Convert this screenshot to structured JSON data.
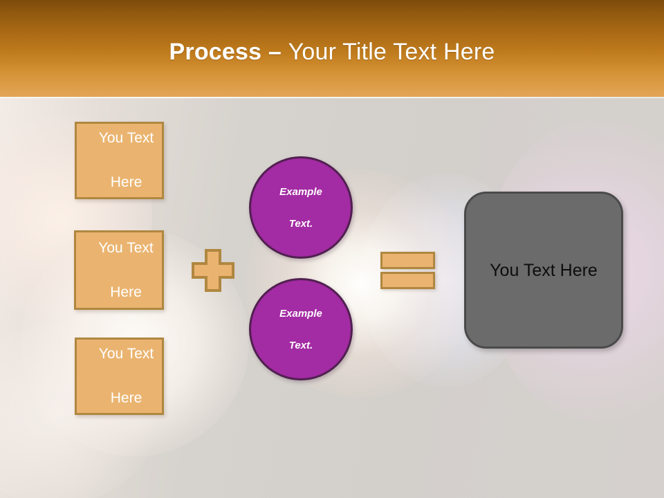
{
  "slide": {
    "title": {
      "strong": "Process",
      "dash": " – ",
      "rest": "Your Title Text Here",
      "full": "Process – Your Title Text Here"
    }
  },
  "colors": {
    "header_gradient_top": "#7d4a0b",
    "header_gradient_bottom": "#e3a557",
    "tan_fill": "#eab470",
    "tan_border": "#b08740",
    "purple_fill": "#a32ba3",
    "purple_border": "#512051",
    "gray_fill": "#6b6b6b",
    "gray_border": "#4a4a4a",
    "title_text": "#ffffff",
    "box_text": "#ffffff",
    "result_text": "#0d0d0d",
    "background_base": "#d3cfcb"
  },
  "diagram": {
    "inputs": [
      {
        "id": "box-1",
        "line1": "You Text",
        "line2": "Here"
      },
      {
        "id": "box-2",
        "line1": "You Text",
        "line2": "Here"
      },
      {
        "id": "box-3",
        "line1": "You Text",
        "line2": "Here"
      }
    ],
    "operator_plus": {
      "symbol": "+",
      "name": "plus-operator"
    },
    "operator_equals": {
      "symbol": "=",
      "name": "equals-operator"
    },
    "circles": [
      {
        "id": "circle-1",
        "line1": "Example",
        "line2": "Text."
      },
      {
        "id": "circle-2",
        "line1": "Example",
        "line2": "Text."
      }
    ],
    "result": {
      "id": "result-box",
      "label": "You Text Here"
    }
  }
}
